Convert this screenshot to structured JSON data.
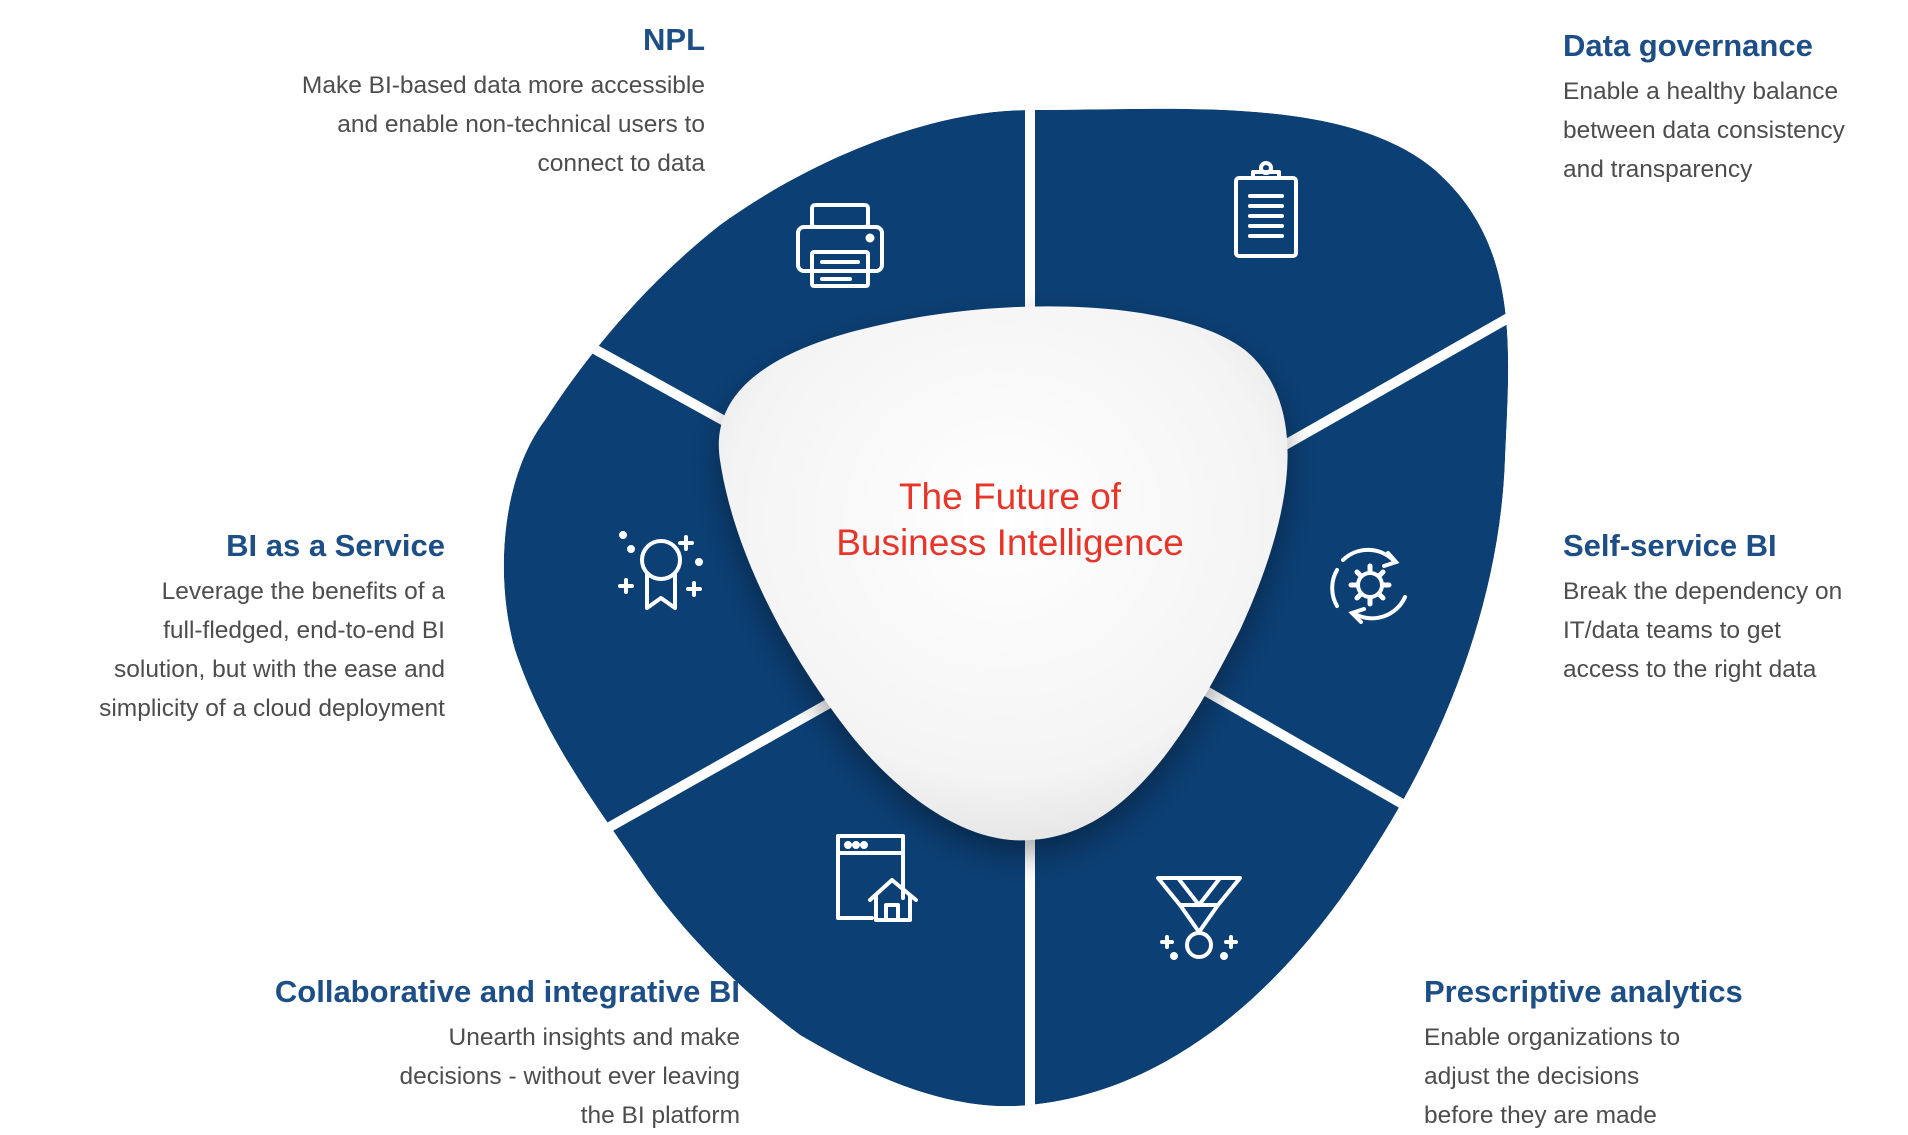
{
  "diagram": {
    "center": {
      "line1": "The Future of",
      "line2": "Business Intelligence",
      "title_color": "#e8352a"
    },
    "colors": {
      "segment_fill": "#0c3f74",
      "label_title": "#1d4f86",
      "label_text": "#4d4d4d",
      "center_fill": "#ffffff"
    },
    "segments": [
      {
        "id": "npl",
        "icon": "printer-icon",
        "title": "NPL",
        "lines": [
          "Make BI-based data more accessible",
          "and enable non-technical users to",
          "connect to data"
        ]
      },
      {
        "id": "data-governance",
        "icon": "clipboard-icon",
        "title": "Data governance",
        "lines": [
          "Enable a healthy balance",
          "between data consistency",
          "and transparency"
        ]
      },
      {
        "id": "self-service-bi",
        "icon": "gear-cycle-icon",
        "title": "Self-service BI",
        "lines": [
          "Break the dependency on",
          "IT/data teams to get",
          "access to the right data"
        ]
      },
      {
        "id": "prescriptive-analytics",
        "icon": "medal-icon",
        "title": "Prescriptive analytics",
        "lines": [
          "Enable organizations to",
          "adjust the decisions",
          "before they are made"
        ]
      },
      {
        "id": "collaborative-bi",
        "icon": "browser-home-icon",
        "title": "Collaborative and integrative BI",
        "lines": [
          "Unearth insights and make",
          "decisions - without ever leaving",
          "the BI platform"
        ]
      },
      {
        "id": "bi-as-a-service",
        "icon": "award-ribbon-icon",
        "title": "BI as a Service",
        "lines": [
          "Leverage the benefits of a",
          "full-fledged, end-to-end BI",
          "solution, but with the ease and",
          "simplicity of a cloud deployment"
        ]
      }
    ]
  }
}
